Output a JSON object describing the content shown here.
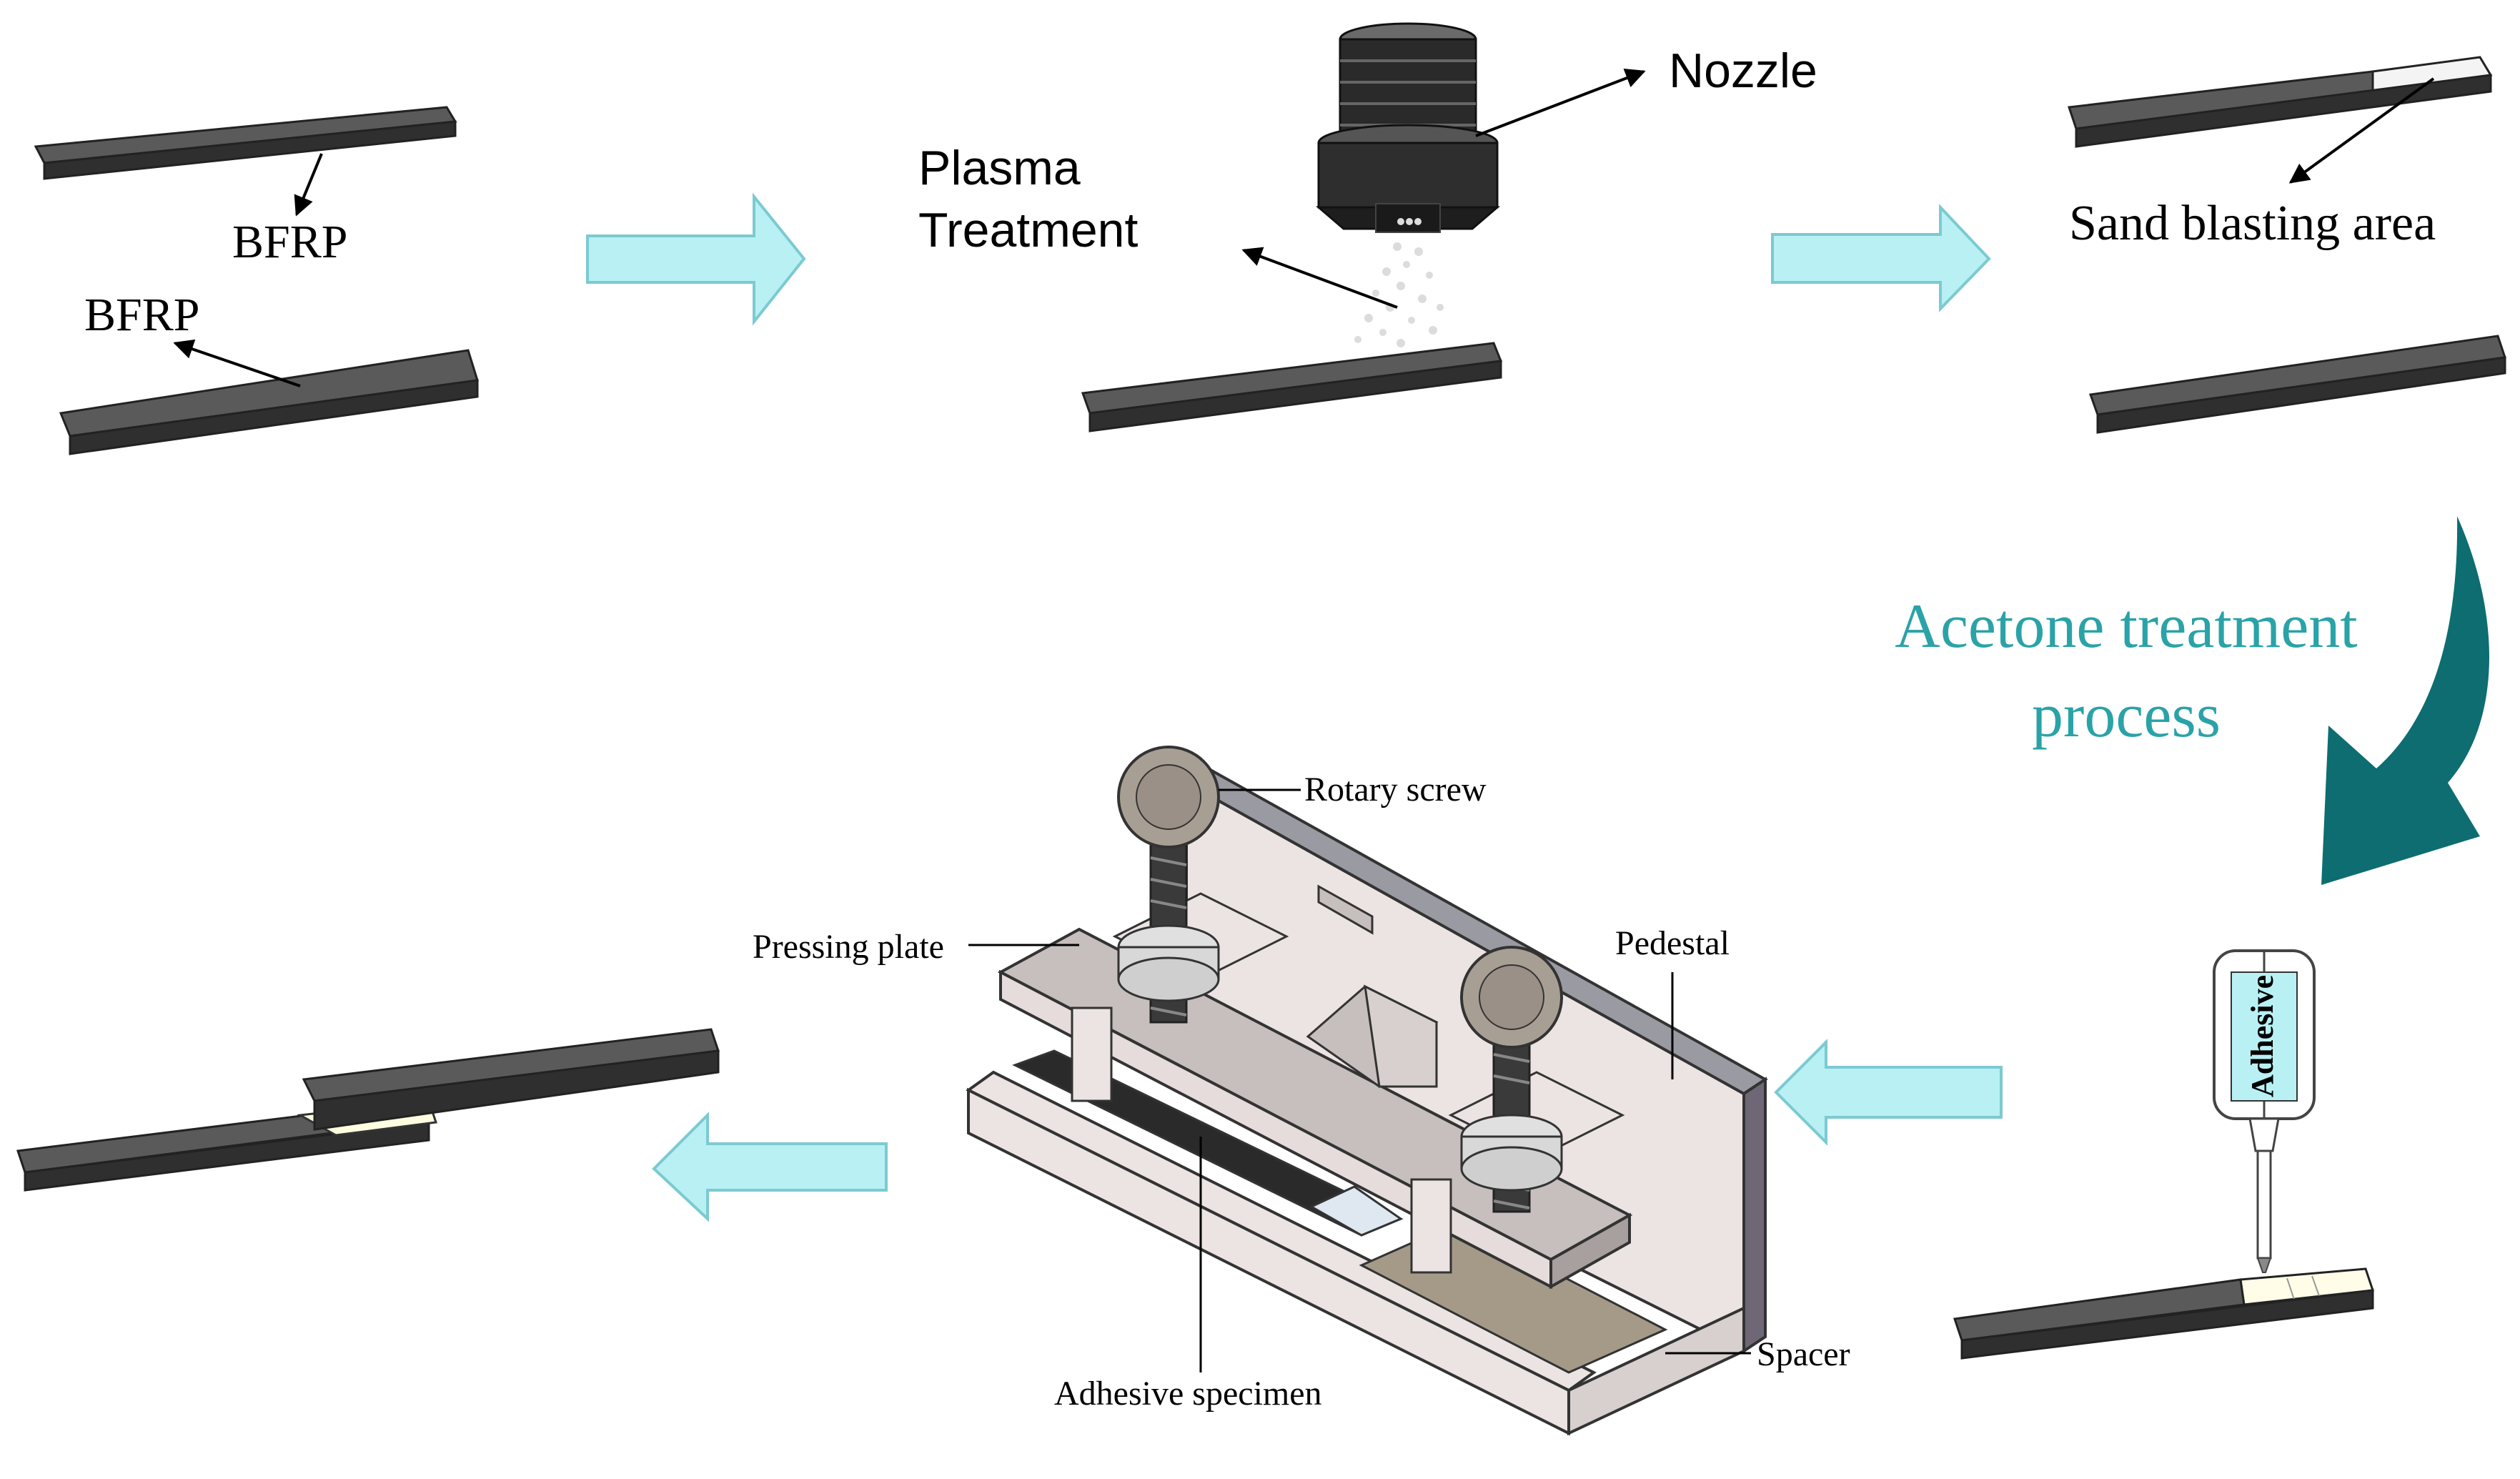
{
  "labels": {
    "bfrp_top": "BFRP",
    "bfrp_bottom": "BFRP",
    "plasma_line1": "Plasma",
    "plasma_line2": "Treatment",
    "nozzle": "Nozzle",
    "sand_blasting": "Sand blasting area",
    "acetone_line1": "Acetone treatment",
    "acetone_line2": "process",
    "adhesive": "Adhesive",
    "rotary_screw": "Rotary screw",
    "pressing_plate": "Pressing plate",
    "pedestal": "Pedestal",
    "spacer": "Spacer",
    "adhesive_specimen": "Adhesive specimen"
  },
  "colors": {
    "strip_top": "#5a5a5a",
    "strip_side": "#2f2f2f",
    "flow_arrow_fill": "#b8f0f4",
    "flow_arrow_stroke": "#7ccad2",
    "acetone_text": "#2aa3a8",
    "curved_arrow": "#0d6d70",
    "fixture_light": "#ece3e3",
    "fixture_mid": "#c7bebe",
    "fixture_dark": "#6f6776"
  }
}
